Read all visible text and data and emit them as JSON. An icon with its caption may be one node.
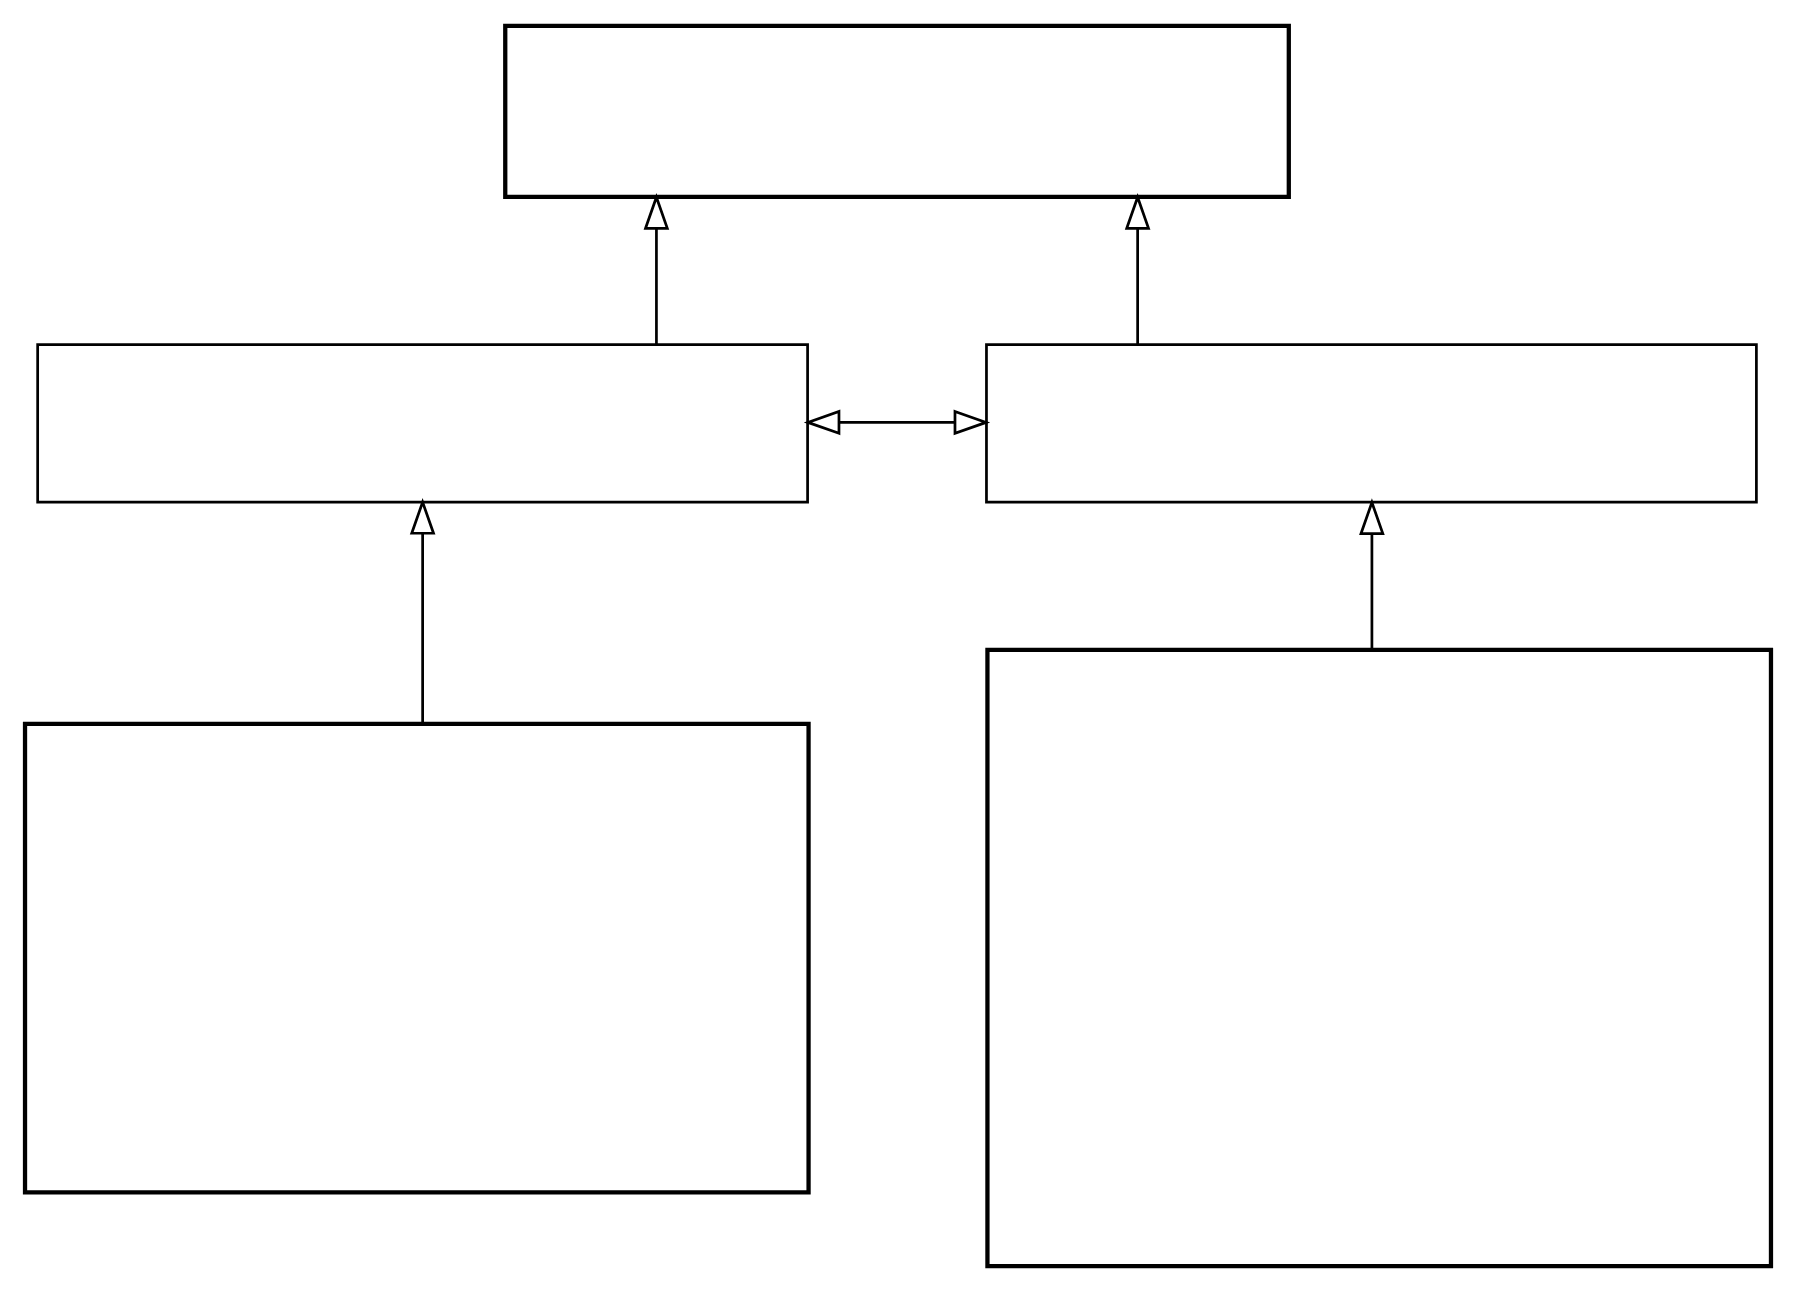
{
  "diagram": {
    "nodes": [
      {
        "text": [],
        "shape": "box"
      },
      {
        "text": [],
        "shape": "box"
      },
      {
        "text": [],
        "shape": "box"
      },
      {
        "text": [],
        "shape": "box"
      },
      {
        "text": [],
        "shape": "box"
      }
    ],
    "edges": [
      {
        "from": 1,
        "to": 0,
        "arrow": "to"
      },
      {
        "from": 2,
        "to": 0,
        "arrow": "to"
      },
      {
        "from": 1,
        "to": 2,
        "arrow": "both"
      },
      {
        "from": 3,
        "to": 1,
        "arrow": "to"
      },
      {
        "from": 4,
        "to": 2,
        "arrow": "to"
      }
    ]
  }
}
